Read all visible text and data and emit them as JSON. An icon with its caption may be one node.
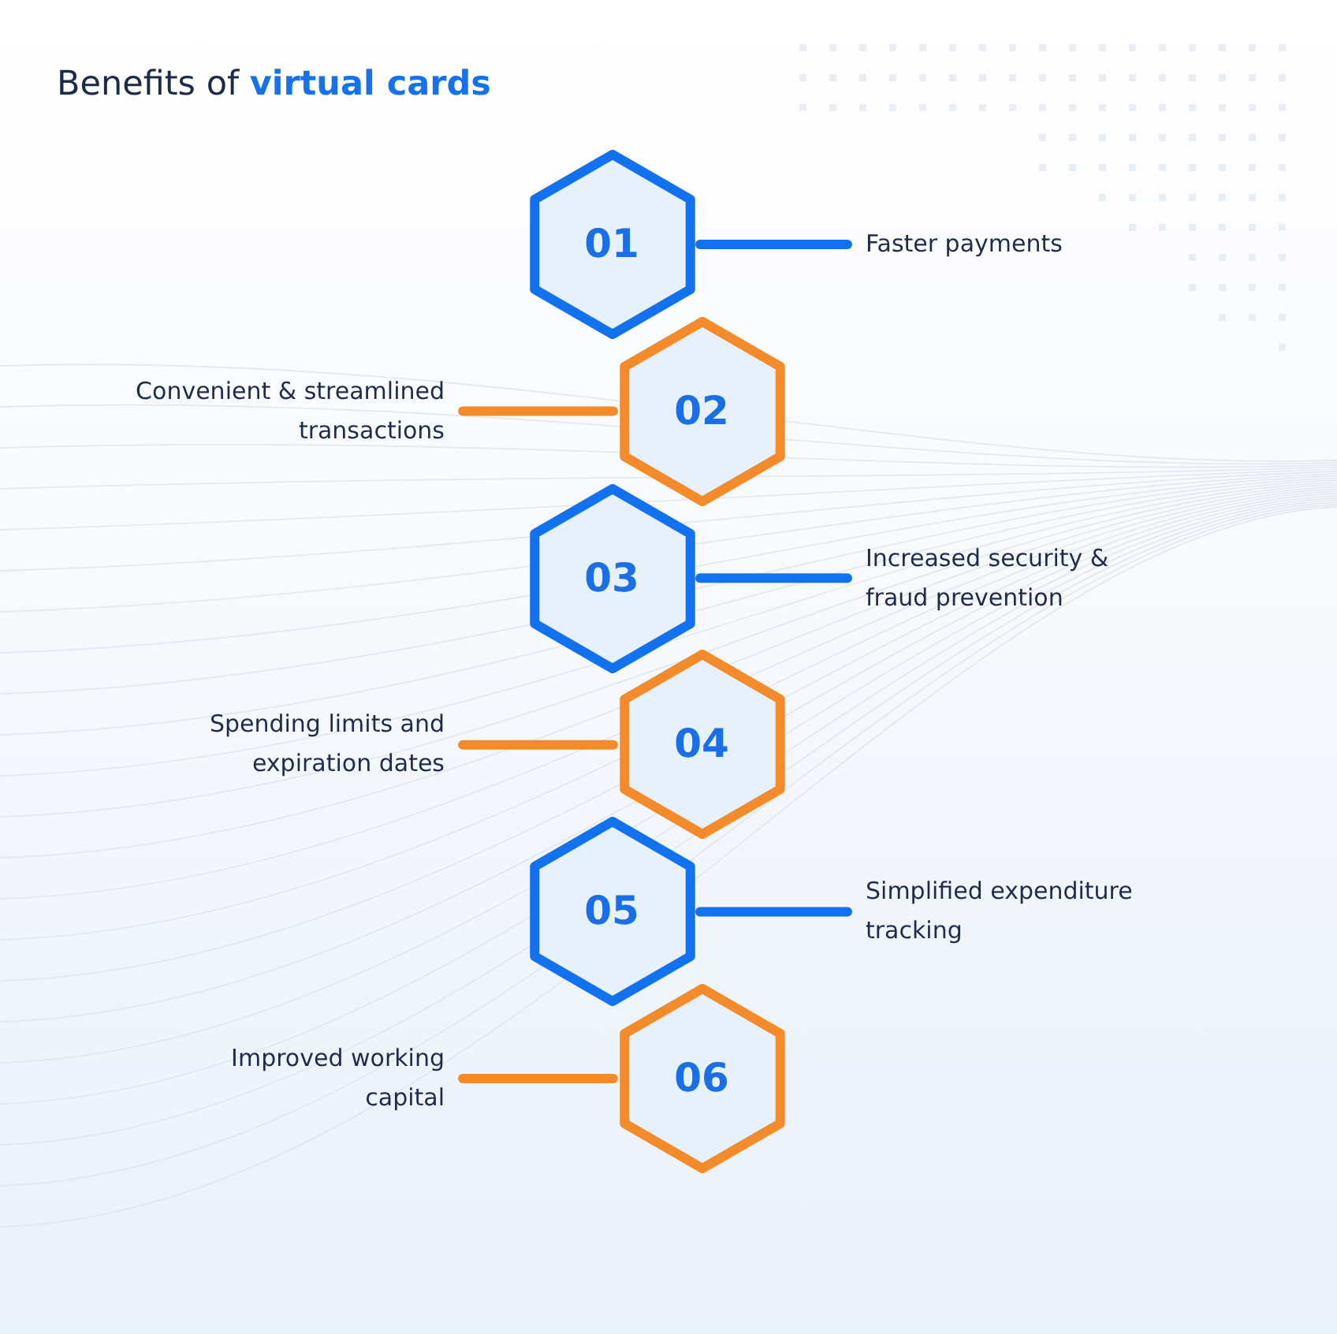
{
  "diagram": {
    "title": "Benefits of **virtual cards**",
    "nodes": [
      {
        "text": [
          "01"
        ]
      },
      {
        "text": [
          "Faster payments"
        ]
      },
      {
        "text": [
          "02"
        ]
      },
      {
        "text": [
          "Convenient & streamlined transactions"
        ]
      },
      {
        "text": [
          "03"
        ]
      },
      {
        "text": [
          "Increased security & fraud prevention"
        ]
      },
      {
        "text": [
          "04"
        ]
      },
      {
        "text": [
          "Spending limits and expiration dates"
        ]
      },
      {
        "text": [
          "05"
        ]
      },
      {
        "text": [
          "Simplified expenditure tracking"
        ]
      },
      {
        "text": [
          "06"
        ]
      },
      {
        "text": [
          "Improved working capital"
        ]
      }
    ],
    "edges": [
      {
        "from": 0,
        "to": 1,
        "arrow": "none",
        "color": "#1271ee"
      },
      {
        "from": 2,
        "to": 3,
        "arrow": "none",
        "color": "#f38b2a"
      },
      {
        "from": 4,
        "to": 5,
        "arrow": "none",
        "color": "#1271ee"
      },
      {
        "from": 6,
        "to": 7,
        "arrow": "none",
        "color": "#f38b2a"
      },
      {
        "from": 8,
        "to": 9,
        "arrow": "none",
        "color": "#1271ee"
      },
      {
        "from": 10,
        "to": 11,
        "arrow": "none",
        "color": "#f38b2a"
      }
    ]
  }
}
